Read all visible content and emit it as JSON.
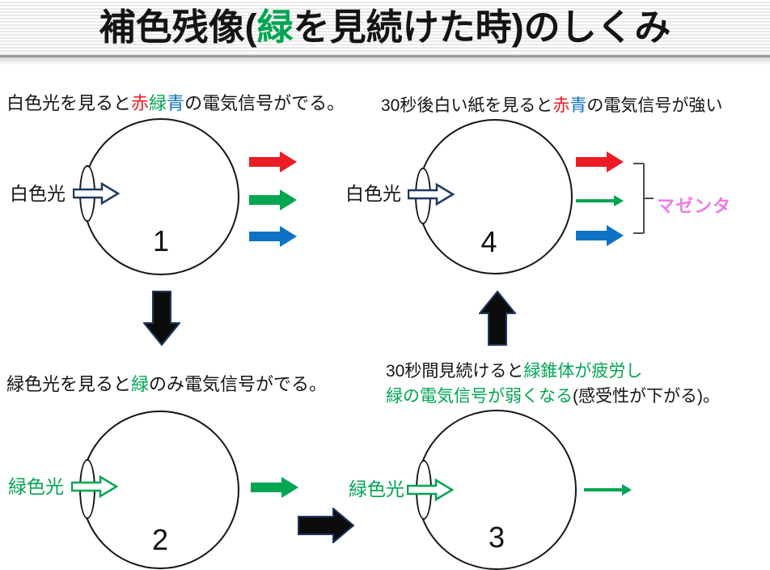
{
  "palette": {
    "red": "#ec1c24",
    "green": "#00a551",
    "blue": "#0d72c4",
    "magenta": "#ea7de8",
    "navy": "#1f3864",
    "bracket": "#4d4d4d",
    "gray_rule": "#9b9b9b"
  },
  "title": {
    "segments": [
      {
        "text": "補色残像(",
        "color": "black"
      },
      {
        "text": "緑",
        "color": "green"
      },
      {
        "text": "を見続けた時)のしくみ",
        "color": "black"
      }
    ]
  },
  "panels": {
    "p1": {
      "number": "1",
      "light_label": "白色光",
      "caption": [
        {
          "text": "白色光を見ると",
          "color": "black"
        },
        {
          "text": "赤",
          "color": "red"
        },
        {
          "text": "緑",
          "color": "green"
        },
        {
          "text": "青",
          "color": "blue"
        },
        {
          "text": "の電気信号がでる。",
          "color": "black"
        }
      ],
      "signals": [
        "red",
        "green",
        "blue"
      ]
    },
    "p4": {
      "number": "4",
      "light_label": "白色光",
      "caption": [
        {
          "text": "30秒後白い紙を見ると",
          "color": "black"
        },
        {
          "text": "赤",
          "color": "red"
        },
        {
          "text": "青",
          "color": "blue"
        },
        {
          "text": "の電気信号が強い",
          "color": "black"
        }
      ],
      "signals": [
        "red-strong",
        "green-weak",
        "blue-strong"
      ],
      "bracket_label": "マゼンタ"
    },
    "p2": {
      "number": "2",
      "light_label": "緑色光",
      "caption": [
        {
          "text": "緑色光を見ると",
          "color": "black"
        },
        {
          "text": "緑",
          "color": "green"
        },
        {
          "text": "のみ電気信号がでる。",
          "color": "black"
        }
      ],
      "signals": [
        "green"
      ]
    },
    "p3": {
      "number": "3",
      "light_label": "緑色光",
      "caption_line1": [
        {
          "text": "30秒間見続けると",
          "color": "black"
        },
        {
          "text": "緑錐体が疲労し",
          "color": "green"
        }
      ],
      "caption_line2": [
        {
          "text": "緑の電気信号が弱くなる",
          "color": "green"
        },
        {
          "text": "(感受性が下がる)。",
          "color": "black"
        }
      ],
      "signals": [
        "green-weak"
      ]
    }
  }
}
